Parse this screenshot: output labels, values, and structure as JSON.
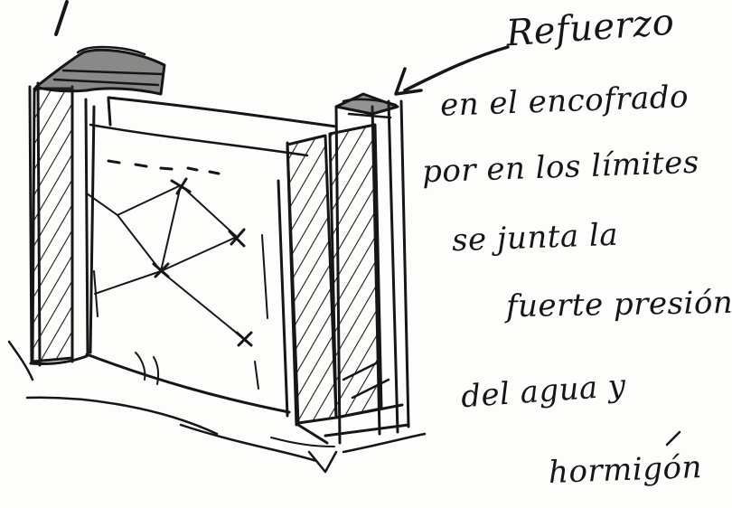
{
  "annotation": {
    "lines": [
      "Refuerzo",
      "en el encofrado",
      "por en los límites",
      "se junta la",
      "fuerte presión",
      "del agua y",
      "hormigón"
    ]
  },
  "colors": {
    "ink": "#161616",
    "paper": "#fdfdfb"
  }
}
